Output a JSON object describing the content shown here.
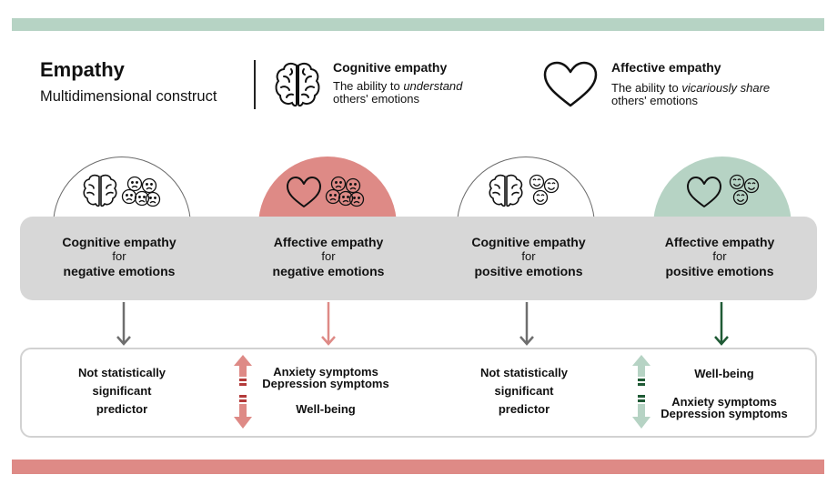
{
  "header": {
    "title": "Empathy",
    "subtitle": "Multidimensional construct"
  },
  "definitions": [
    {
      "title": "Cognitive empathy",
      "desc_prefix": "The ability to ",
      "desc_em": "understand",
      "desc_line2": "others' emotions",
      "icon": "brain-icon"
    },
    {
      "title": "Affective empathy",
      "desc_prefix": "The ability to ",
      "desc_em": "vicariously share",
      "desc_line2": "others' emotions",
      "icon": "heart-icon"
    }
  ],
  "categories": [
    {
      "line1": "Cognitive empathy",
      "line2": "for",
      "line3": "negative emotions",
      "icons": [
        "brain-icon",
        "sad-faces-icon"
      ],
      "color": "#ffffff"
    },
    {
      "line1": "Affective empathy",
      "line2": "for",
      "line3": "negative emotions",
      "icons": [
        "heart-icon",
        "sad-faces-icon"
      ],
      "color": "#de8a86"
    },
    {
      "line1": "Cognitive empathy",
      "line2": "for",
      "line3": "positive emotions",
      "icons": [
        "brain-icon",
        "happy-faces-icon"
      ],
      "color": "#ffffff"
    },
    {
      "line1": "Affective empathy",
      "line2": "for",
      "line3": "positive emotions",
      "icons": [
        "heart-icon",
        "happy-faces-icon"
      ],
      "color": "#b6d3c4"
    }
  ],
  "outcomes": {
    "col1": {
      "line1": "Not statistically",
      "line2": "significant",
      "line3": "predictor"
    },
    "col2": {
      "up1": "Anxiety symptoms",
      "up2": "Depression symptoms",
      "down1": "Well-being"
    },
    "col3": {
      "line1": "Not statistically",
      "line2": "significant",
      "line3": "predictor"
    },
    "col4": {
      "up1": "Well-being",
      "down1": "Anxiety symptoms",
      "down2": "Depression symptoms"
    }
  },
  "colors": {
    "red": "#de8a86",
    "dark_red": "#b33a3a",
    "green": "#b6d3c4",
    "dark_green": "#1f5a35",
    "gray_arrow": "#6e6e6e"
  }
}
